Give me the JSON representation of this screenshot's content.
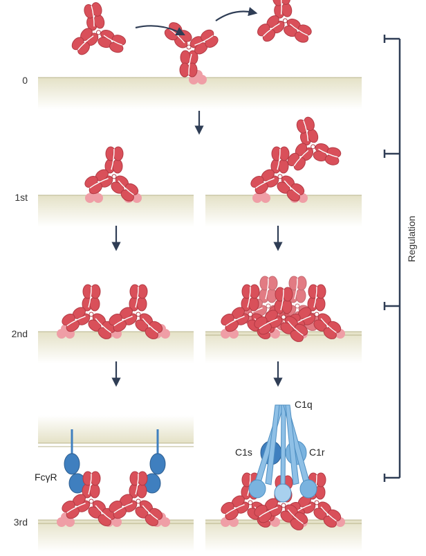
{
  "steps": {
    "s0": "0",
    "s1": "1st",
    "s2": "2nd",
    "s3": "3rd"
  },
  "labels": {
    "fcgr": "FcγR",
    "c1q": "C1q",
    "c1s": "C1s",
    "c1r": "C1r",
    "regulation": "Regulation"
  },
  "colors": {
    "antibody": "#d9505a",
    "antibody_stroke": "#b23a44",
    "antigen": "#ef9ea6",
    "membrane_top": "#cfcba6",
    "membrane_fill": "#ece9d4",
    "receptor": "#3f7fbf",
    "complement": "#7ab3df",
    "arrow": "#2f3d55",
    "bracket": "#2f3d55"
  }
}
